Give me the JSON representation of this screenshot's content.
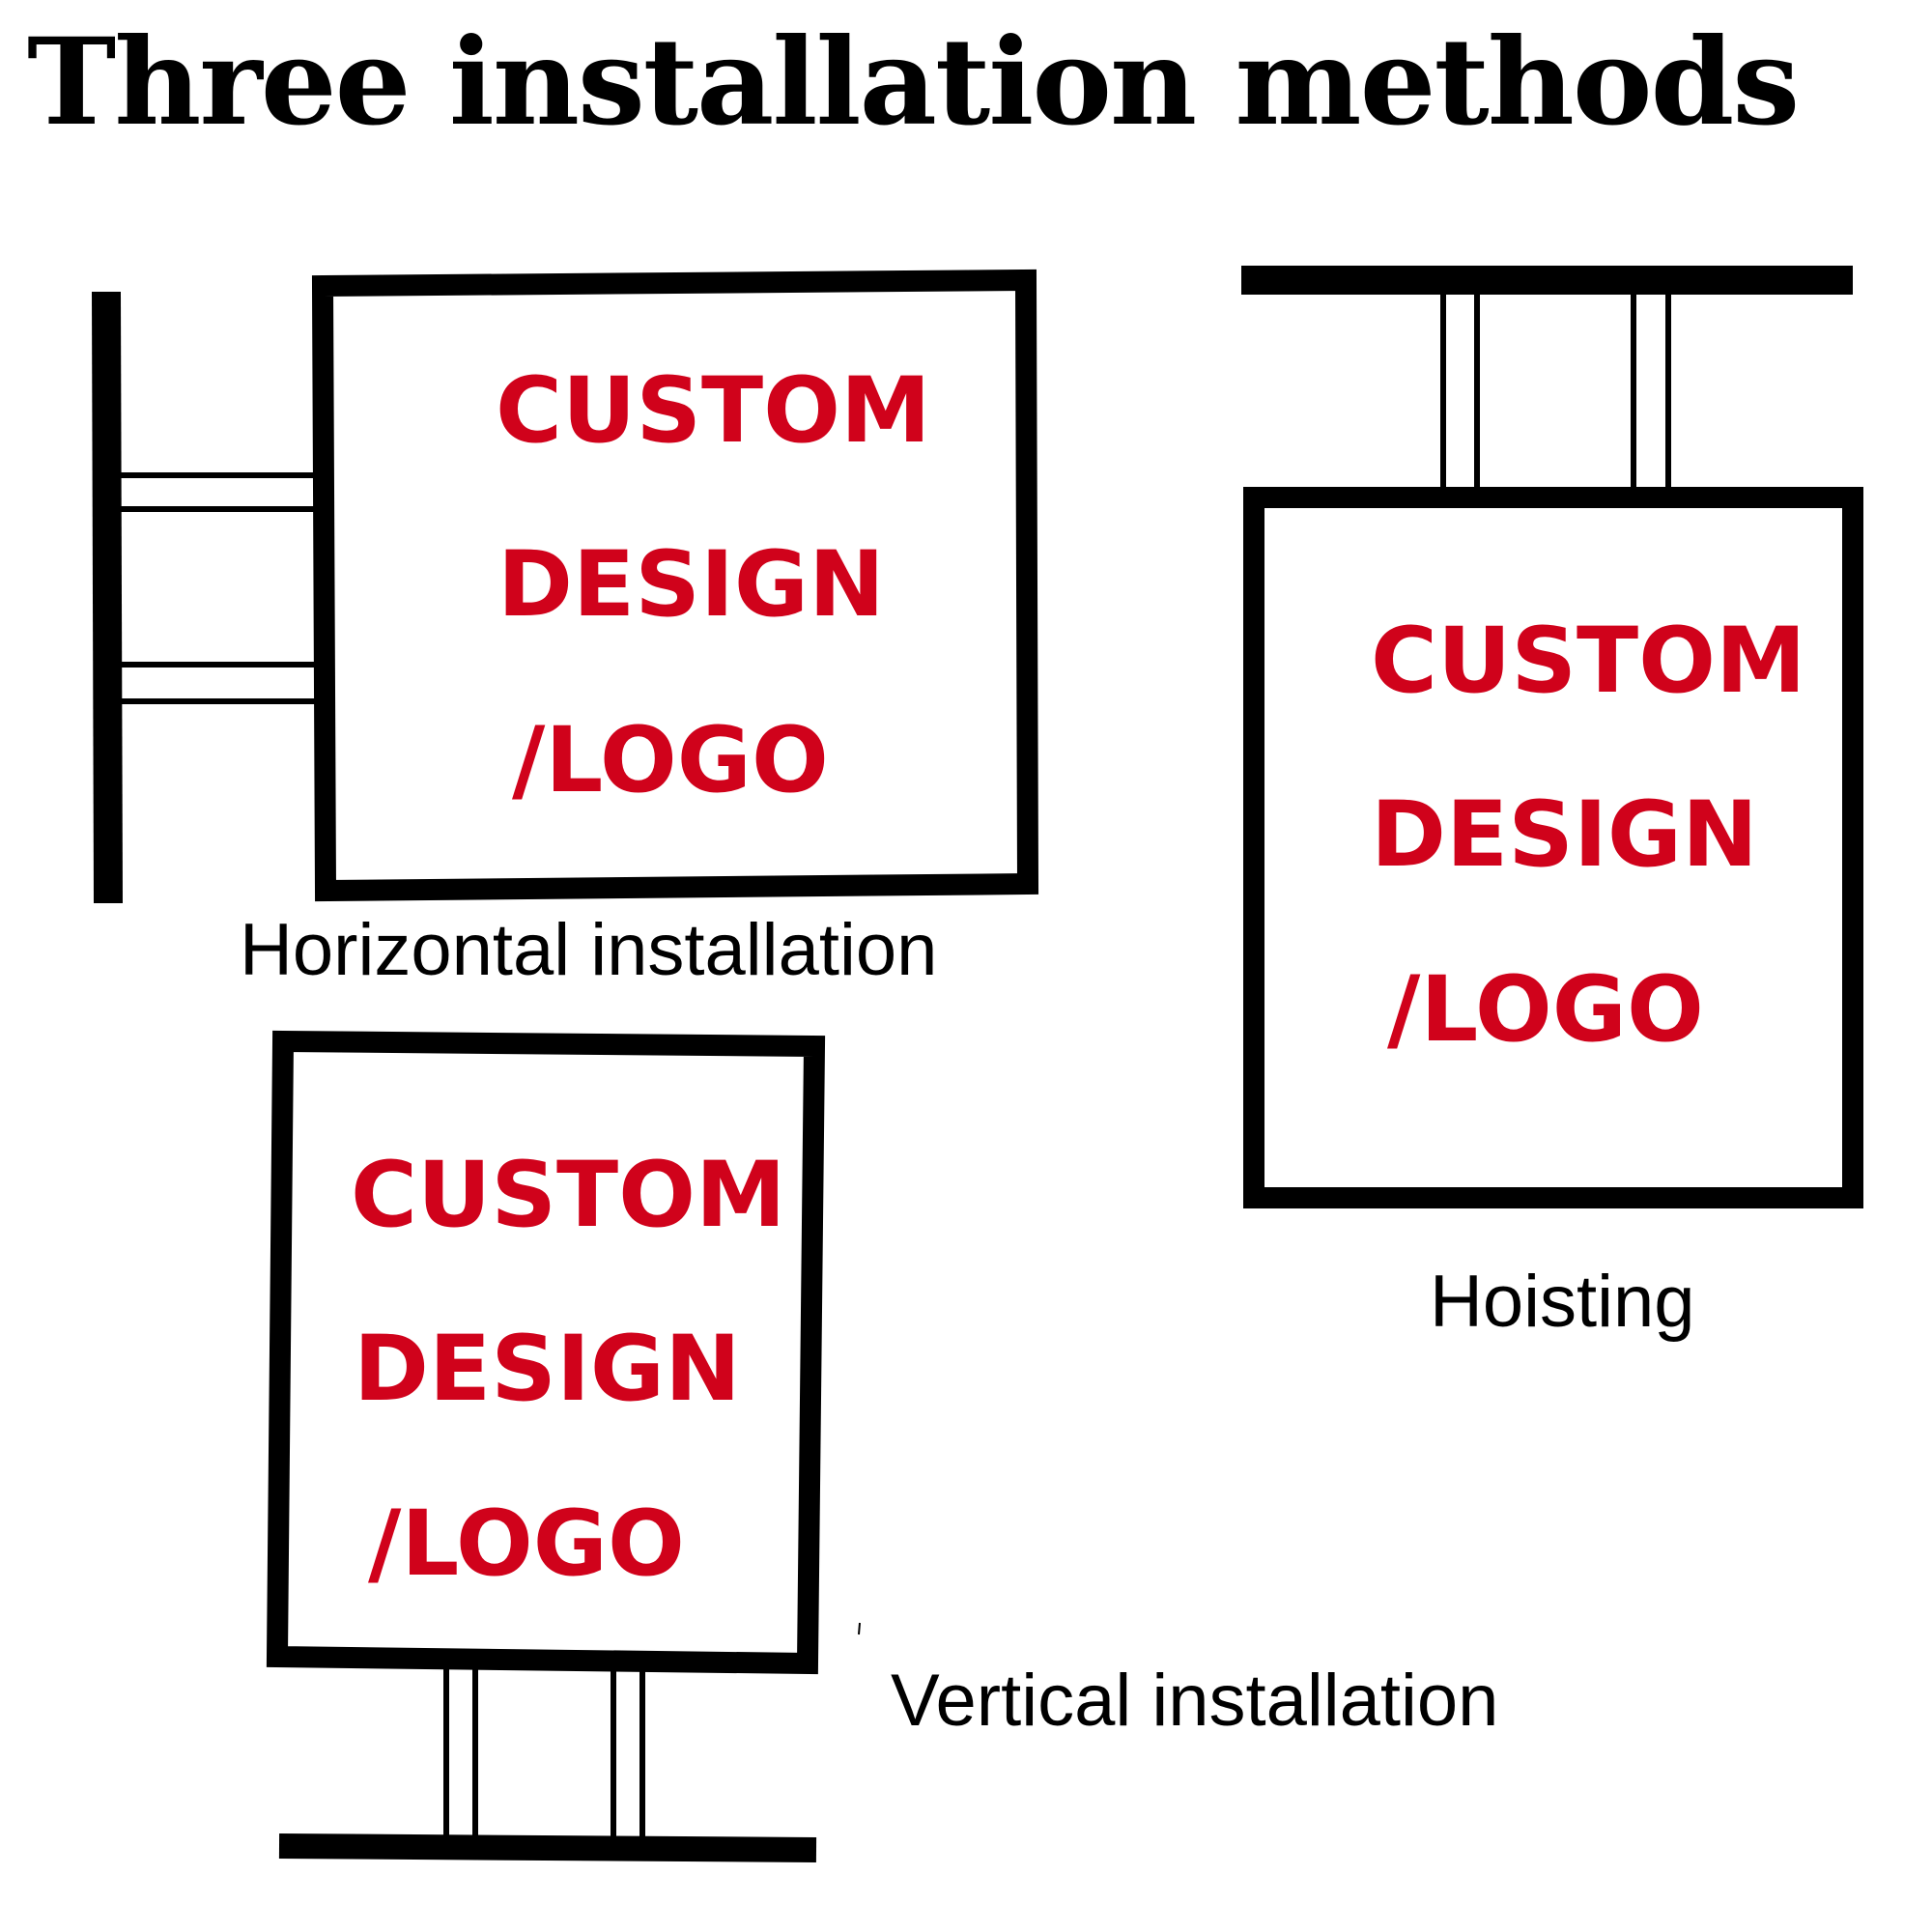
{
  "title": "Three installation methods",
  "colors": {
    "sign_text": "#d0021b",
    "line": "#000000",
    "background": "#ffffff"
  },
  "sign_lines": [
    "CUSTOM",
    "DESIGN",
    "/LOGO"
  ],
  "captions": {
    "horizontal": "Horizontal installation",
    "hoisting": "Hoisting",
    "vertical": "Vertical installation"
  }
}
